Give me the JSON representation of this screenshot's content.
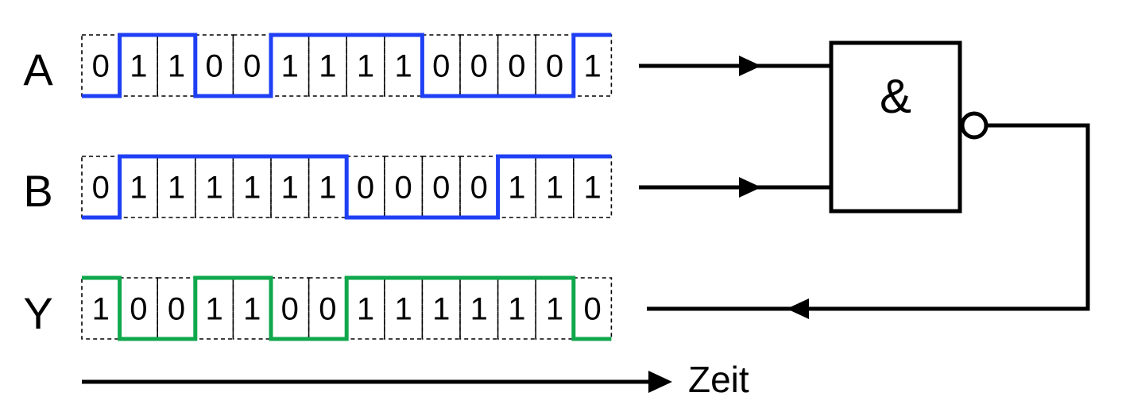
{
  "signals": [
    {
      "label": "A",
      "bits": [
        "0",
        "1",
        "1",
        "0",
        "0",
        "1",
        "1",
        "1",
        "1",
        "0",
        "0",
        "0",
        "0",
        "1"
      ],
      "color": "#1f3ff5"
    },
    {
      "label": "B",
      "bits": [
        "0",
        "1",
        "1",
        "1",
        "1",
        "1",
        "1",
        "0",
        "0",
        "0",
        "0",
        "1",
        "1",
        "1"
      ],
      "color": "#1f3ff5"
    },
    {
      "label": "Y",
      "bits": [
        "1",
        "0",
        "0",
        "1",
        "1",
        "0",
        "0",
        "1",
        "1",
        "1",
        "1",
        "1",
        "1",
        "0"
      ],
      "color": "#10a84c"
    }
  ],
  "gate": {
    "symbol": "&"
  },
  "axis": {
    "label": "Zeit"
  }
}
